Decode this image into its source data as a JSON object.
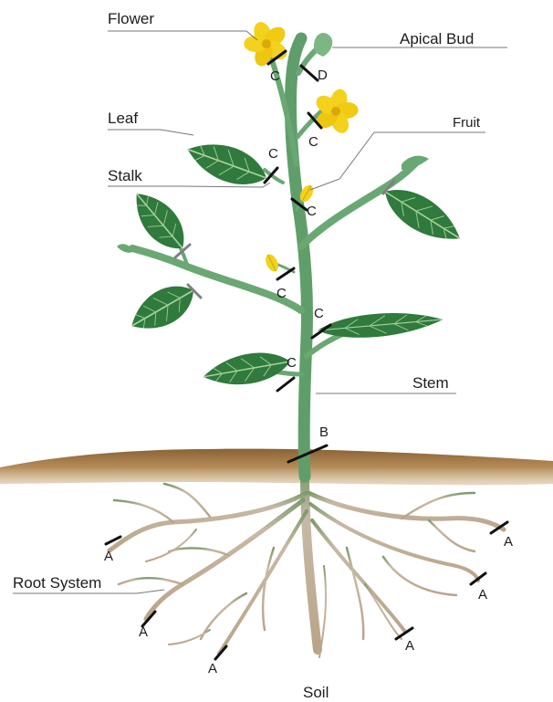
{
  "labels": {
    "flower": "Flower",
    "apical_bud": "Apical Bud",
    "leaf": "Leaf",
    "fruit": "Fruit",
    "stalk": "Stalk",
    "stem": "Stem",
    "root_system": "Root System",
    "soil": "Soil"
  },
  "cut_letters": {
    "a": "A",
    "b": "B",
    "c": "C",
    "d": "D"
  },
  "colors": {
    "stem": "#5f9e6a",
    "leaf": "#2f7a3c",
    "flower": "#f2d21c",
    "soil": "#a87e4c",
    "root": "#c9b8a4"
  }
}
